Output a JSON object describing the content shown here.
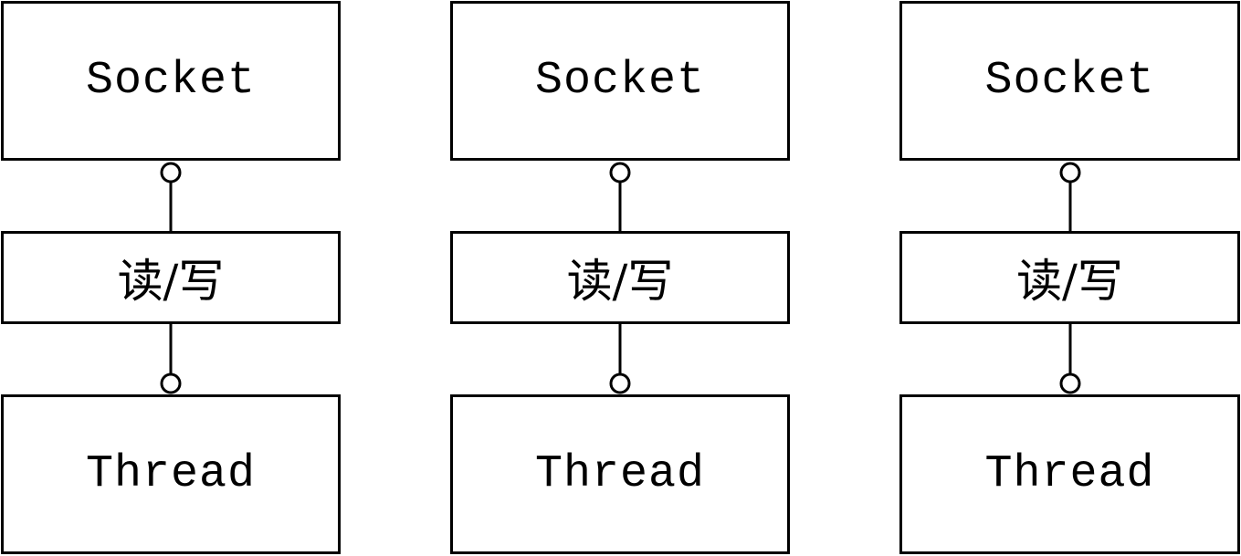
{
  "diagram": {
    "columns": [
      {
        "socket_label": "Socket",
        "rw_label": "读/写",
        "thread_label": "Thread"
      },
      {
        "socket_label": "Socket",
        "rw_label": "读/写",
        "thread_label": "Thread"
      },
      {
        "socket_label": "Socket",
        "rw_label": "读/写",
        "thread_label": "Thread"
      }
    ],
    "colors": {
      "stroke": "#000000",
      "background": "#ffffff"
    }
  }
}
